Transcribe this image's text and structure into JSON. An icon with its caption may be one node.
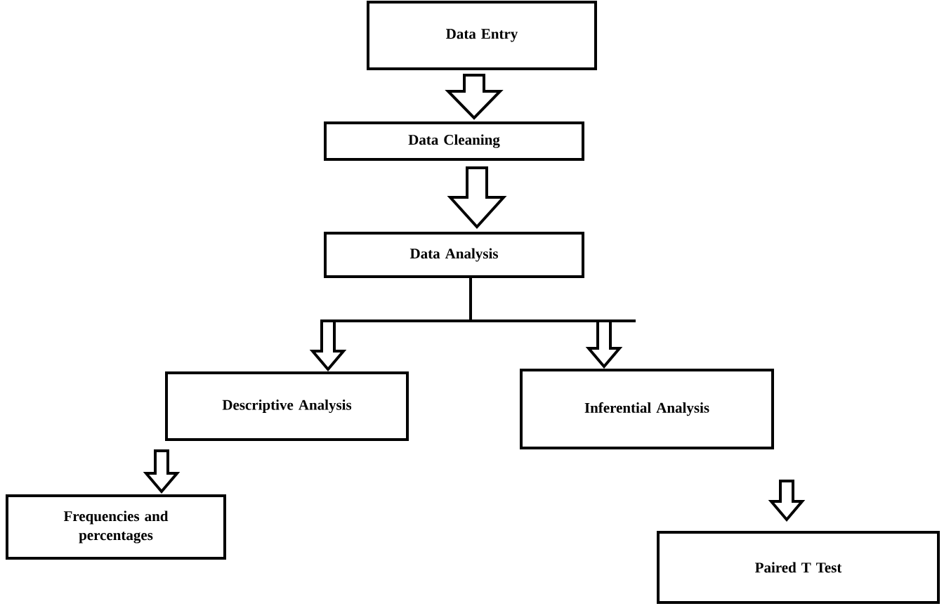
{
  "diagram": {
    "nodes": [
      {
        "text": [
          "Data Entry"
        ]
      },
      {
        "text": [
          "Data Cleaning"
        ]
      },
      {
        "text": [
          "Data Analysis"
        ]
      },
      {
        "text": [
          "Descriptive Analysis"
        ]
      },
      {
        "text": [
          "Inferential Analysis"
        ]
      },
      {
        "text": [
          "Frequencies and percentages"
        ]
      },
      {
        "text": [
          "Paired T Test"
        ]
      }
    ],
    "edges": [
      {
        "from": 0,
        "to": 1,
        "arrow": "to"
      },
      {
        "from": 1,
        "to": 2,
        "arrow": "to"
      },
      {
        "from": 2,
        "to": 3,
        "arrow": "to"
      },
      {
        "from": 2,
        "to": 4,
        "arrow": "to"
      },
      {
        "from": 3,
        "to": 5,
        "arrow": "to"
      },
      {
        "from": 4,
        "to": 6,
        "arrow": "to"
      }
    ]
  }
}
